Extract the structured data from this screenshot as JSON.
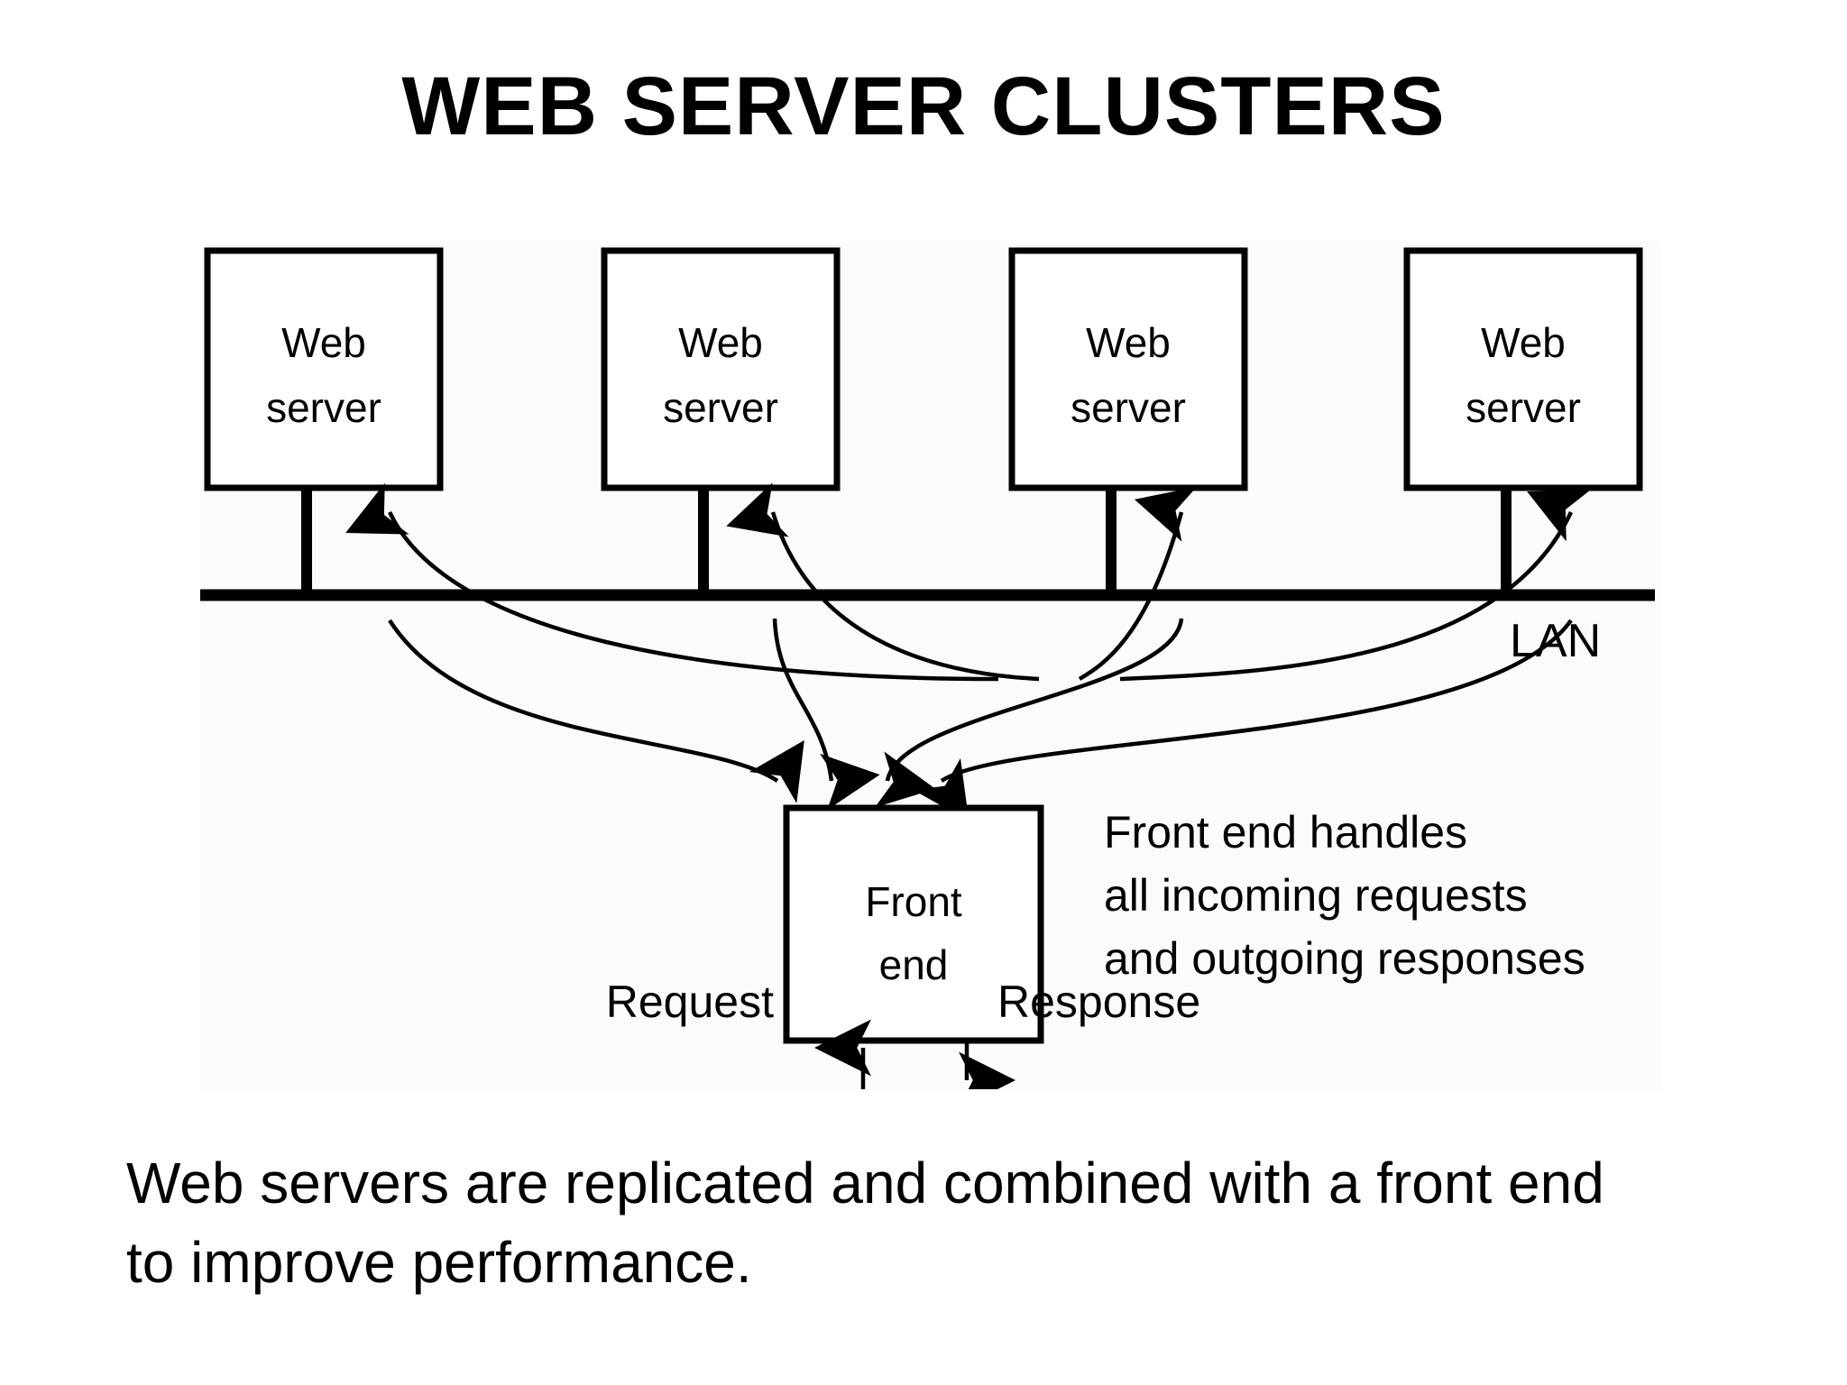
{
  "slide": {
    "title": "WEB SERVER CLUSTERS",
    "caption_line_1": "Web servers are replicated and combined with a front end",
    "caption_line_2": "to improve performance."
  },
  "diagram": {
    "servers": [
      {
        "line1": "Web",
        "line2": "server"
      },
      {
        "line1": "Web",
        "line2": "server"
      },
      {
        "line1": "Web",
        "line2": "server"
      },
      {
        "line1": "Web",
        "line2": "server"
      }
    ],
    "network_label": "LAN",
    "front_end": {
      "line1": "Front",
      "line2": "end"
    },
    "note": {
      "line1": "Front end handles",
      "line2": "all incoming requests",
      "line3": "and outgoing responses"
    },
    "io": {
      "request_label": "Request",
      "response_label": "Response"
    },
    "colors": {
      "stroke": "#000000",
      "box_fill": "#ffffff",
      "canvas": "#fbfbfb"
    }
  }
}
